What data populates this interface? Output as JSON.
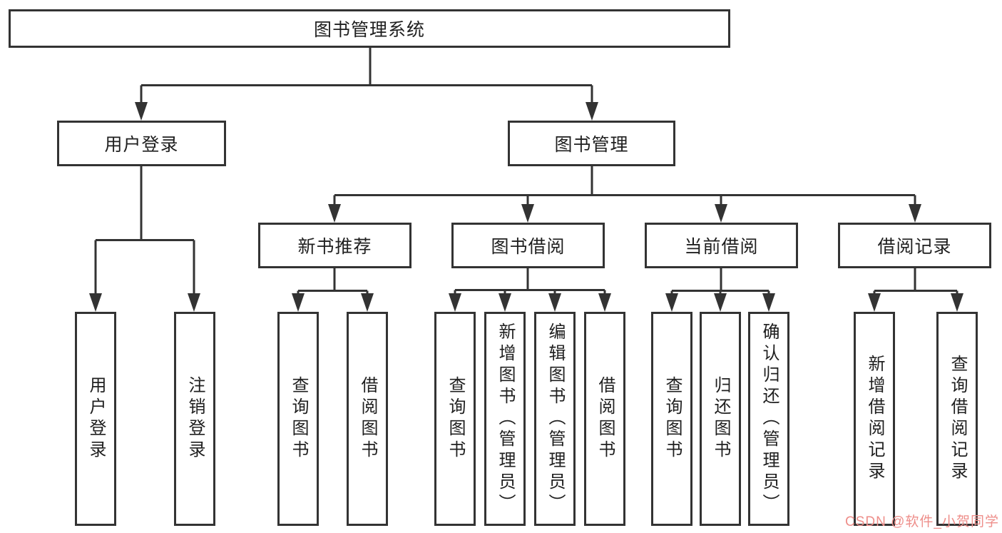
{
  "tree": {
    "title": "图书管理系统",
    "level2": [
      "用户登录",
      "图书管理"
    ],
    "level3": [
      "新书推荐",
      "图书借阅",
      "当前借阅",
      "借阅记录"
    ],
    "leaves": [
      "用户登录",
      "注销登录",
      "查询图书",
      "借阅图书",
      "查询图书",
      "新增图书（管理员）",
      "编辑图书（管理员）",
      "借阅图书",
      "查询图书",
      "归还图书",
      "确认归还（管理员）",
      "新增借阅记录",
      "查询借阅记录"
    ]
  },
  "watermark": "CSDN @软件_小贺同学",
  "colors": {
    "line": "#333333",
    "text": "#1f1f1f",
    "background": "#ffffff",
    "watermark": "#ee8e8a"
  }
}
